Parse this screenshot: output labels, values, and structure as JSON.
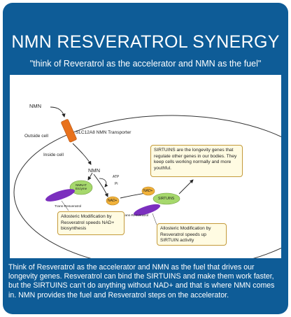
{
  "header": {
    "title": "NMN RESVERATROL SYNERGY",
    "subtitle": "\"think of Reveratrol as the accelerator and NMN as the fuel\""
  },
  "diagram": {
    "labels": {
      "nmn_outside": "NMN",
      "outside_cell": "Outside cell",
      "transporter": "SLC12A8 NMN Transporter",
      "inside_cell": "Inside cell",
      "nmn_inside": "NMN",
      "atp": "ATP",
      "pi": "Pi",
      "enzyme_line1": "NMNAT",
      "enzyme_line2": "Enzyme",
      "trans_resveratrol_left": "Trans-Resveratrol",
      "nad_left": "NAD+",
      "nad_right": "NAD+",
      "sirtuins_node": "SIRTUINS",
      "trans_resveratrol_right": "Trans-Resveratrol"
    },
    "notes": {
      "sirtuins": "SIRTUINS are the longevity genes that regulate other genes in our bodies. They keep cells working normally and more youthful.",
      "allosteric_left": "Allosteric Modification by Resveratrol speeds NAD+ biosynthesis",
      "allosteric_right": "Allosteric Modification by Resveratrol speeds up SIRTUIN activity"
    },
    "colors": {
      "transporter": "#e8711c",
      "enzyme": "#a6d86c",
      "resveratrol": "#7b2fbe",
      "nad": "#f2b23a",
      "note_bg": "#fffbe2"
    }
  },
  "footer": {
    "text": "Think of Resveratrol as the accelerator and NMN as the fuel that drives our longevity genes. Resveratrol can bind the SIRTUINS and make them work faster, but the SIRTUINS can’t do anything without NAD+ and that is where NMN comes in. NMN provides the fuel and Resveratrol steps on the accelerator."
  }
}
